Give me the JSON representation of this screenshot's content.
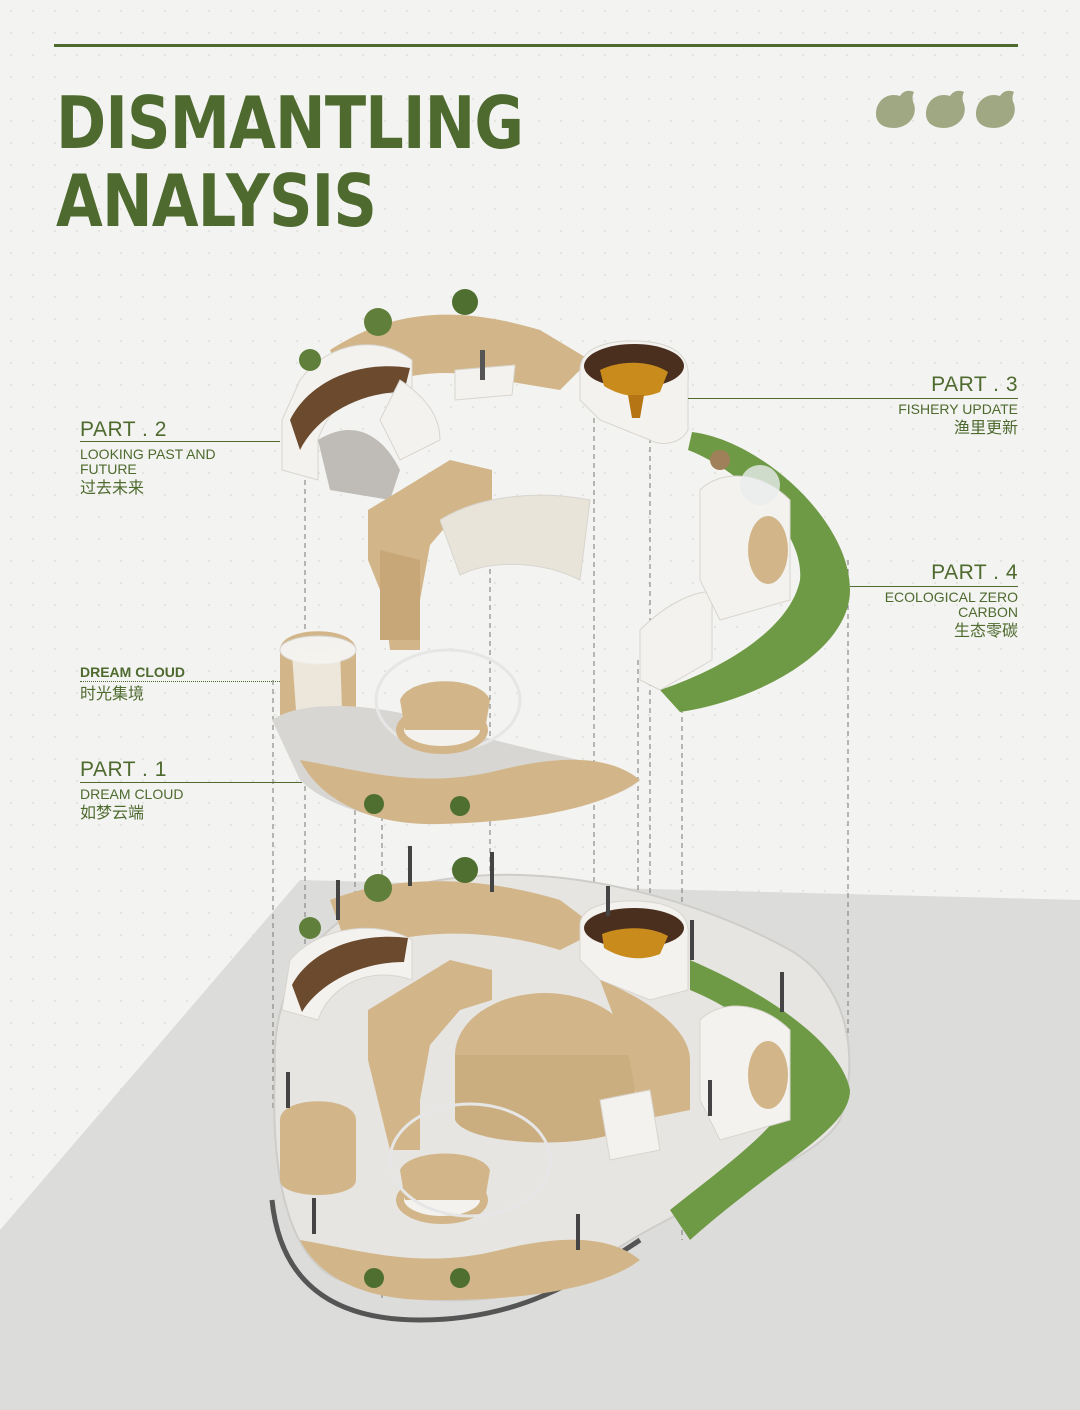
{
  "header": {
    "title_line1": "DISMANTLING",
    "title_line2": "ANALYSIS"
  },
  "labels": {
    "part2": {
      "part": "PART . 2",
      "en": "LOOKING PAST AND FUTURE",
      "cn": "过去未来"
    },
    "part3": {
      "part": "PART . 3",
      "en": "FISHERY UPDATE",
      "cn": "渔里更新"
    },
    "part4": {
      "part": "PART . 4",
      "en": "ECOLOGICAL ZERO CARBON",
      "cn": "生态零碳"
    },
    "dream": {
      "en": "DREAM CLOUD",
      "cn": "时光集境"
    },
    "part1": {
      "part": "PART . 1",
      "en": "DREAM CLOUD",
      "cn": "如梦云端"
    }
  },
  "colors": {
    "accent": "#4e6a2e",
    "blob": "#9fa883",
    "wood": "#d2b68a",
    "wall": "#f4f2ee",
    "grass": "#6f9a45",
    "ground": "#dcdcdb"
  },
  "icons": [
    "leaf-blob-icon",
    "leaf-blob-icon",
    "leaf-blob-icon"
  ]
}
